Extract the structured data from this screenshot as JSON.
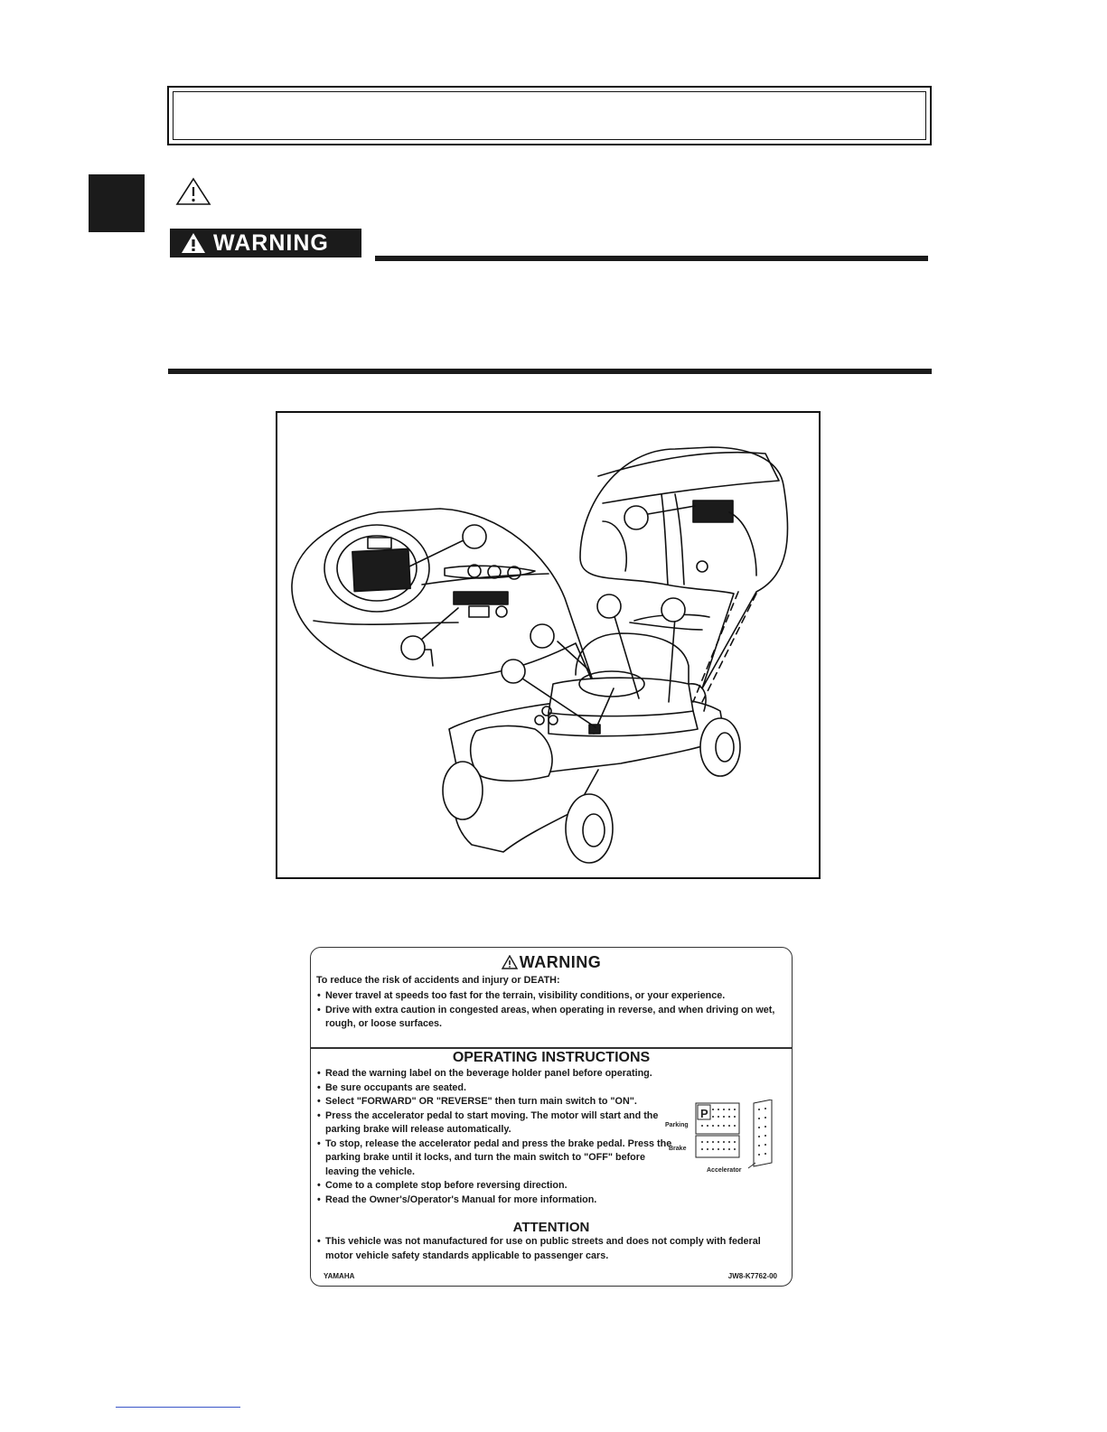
{
  "warning_header": {
    "badge_label": "WARNING"
  },
  "decal": {
    "title": "WARNING",
    "intro": "To reduce the risk of accidents and injury or DEATH:",
    "warning_items": [
      "Never travel at speeds too fast for the terrain, visibility conditions, or your experience.",
      "Drive with extra caution in congested areas, when operating in reverse, and when driving on wet, rough, or loose surfaces."
    ],
    "operating_title": "OPERATING INSTRUCTIONS",
    "operating_items": [
      "Read the warning label on the beverage holder panel before operating.",
      "Be sure occupants are seated.",
      "Select \"FORWARD\" OR \"REVERSE\" then turn main switch to \"ON\".",
      "Press the accelerator pedal to start moving. The motor will start and the parking brake will release automatically.",
      "To stop, release the accelerator pedal and press the brake pedal. Press the parking brake until it locks, and turn the main switch to \"OFF\" before leaving the vehicle.",
      "Come to a complete stop before reversing direction.",
      "Read the Owner's/Operator's Manual for more information."
    ],
    "pedal_labels": {
      "parking": "Parking",
      "parking_letter": "P",
      "brake": "Brake",
      "accelerator": "Accelerator"
    },
    "attention_title": "ATTENTION",
    "attention_items": [
      "This vehicle was not manufactured for use on public streets and does not comply with federal motor vehicle safety standards applicable to passenger cars."
    ],
    "brand": "YAMAHA",
    "part_code": "JW8-K7762-00"
  }
}
